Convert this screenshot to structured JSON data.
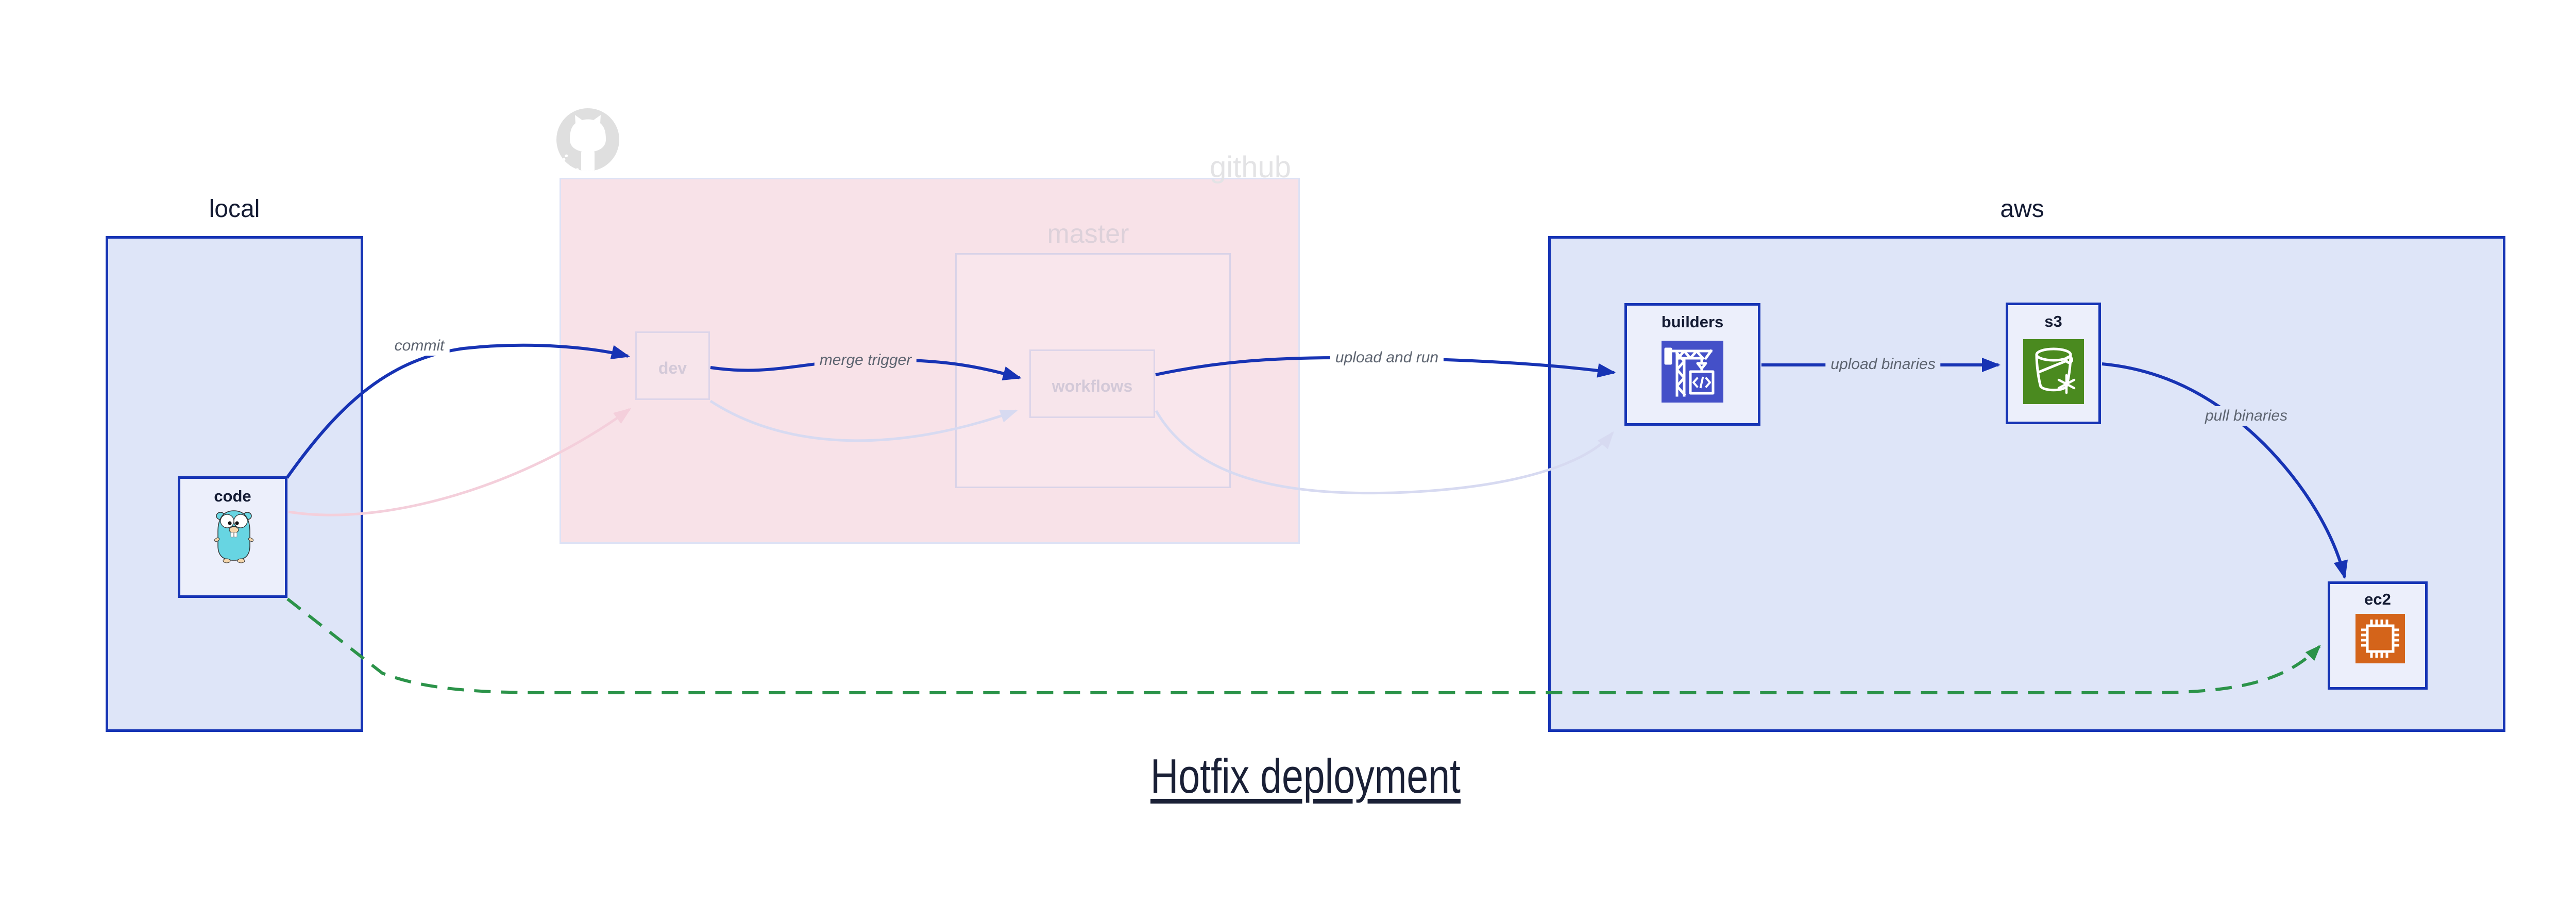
{
  "diagram_title": "Hotfix deployment",
  "regions": {
    "local": {
      "label": "local"
    },
    "github": {
      "label": "github",
      "sub_region": {
        "label": "master"
      }
    },
    "aws": {
      "label": "aws"
    }
  },
  "nodes": {
    "code": {
      "label": "code",
      "icon": "go-gopher-icon"
    },
    "dev": {
      "label": "dev",
      "icon": null
    },
    "workflows": {
      "label": "workflows",
      "icon": null
    },
    "builders": {
      "label": "builders",
      "icon": "codebuild-crane-icon"
    },
    "s3": {
      "label": "s3",
      "icon": "s3-glacier-bucket-icon"
    },
    "ec2": {
      "label": "ec2",
      "icon": "ec2-chip-icon"
    }
  },
  "edges": [
    {
      "from": "code",
      "to": "dev",
      "label": "commit",
      "style": "active-blue"
    },
    {
      "from": "dev",
      "to": "workflows",
      "label": "merge trigger",
      "style": "active-blue"
    },
    {
      "from": "workflows",
      "to": "builders",
      "label": "upload and run",
      "style": "active-blue"
    },
    {
      "from": "builders",
      "to": "s3",
      "label": "upload binaries",
      "style": "active-blue"
    },
    {
      "from": "s3",
      "to": "ec2",
      "label": "pull binaries",
      "style": "active-blue"
    },
    {
      "from": "code",
      "to": "dev",
      "label": "",
      "style": "faded-pink"
    },
    {
      "from": "dev",
      "to": "workflows",
      "label": "",
      "style": "faded-lavender"
    },
    {
      "from": "workflows",
      "to": "builders",
      "label": "",
      "style": "faded-lavender"
    },
    {
      "from": "code",
      "to": "ec2",
      "label": "",
      "style": "hotfix-dashed-green"
    }
  ],
  "colors": {
    "arrow_active_blue": "#1733b4",
    "arrow_faded_pink": "#f4cfdb",
    "arrow_faded_lavender": "#d7daf1",
    "arrow_hotfix_green": "#2b9349",
    "region_blue_fill": "#dee5f8",
    "region_blue_border": "#1634b5",
    "github_region_fill": "#f8e2e8",
    "master_region_fill": "#f9e6ec",
    "node_fill": "#eceffb",
    "ghost_node_fill": "#f7e5eb",
    "ghost_node_border": "#ddd5e9",
    "edge_label_text": "#5d6470",
    "node_label_text": "#141b33",
    "ghost_label_text": "#d3c9d8",
    "github_label_text": "#e3e3e5",
    "master_label_text": "#ddd1da",
    "octocat_gray": "#dfdfdf",
    "codebuild_icon_bg": "#4450c8",
    "s3_icon_bg": "#4a8a1f",
    "ec2_icon_bg": "#d4641a",
    "gopher_teal": "#67d5e2",
    "title_text": "#1a2036"
  }
}
